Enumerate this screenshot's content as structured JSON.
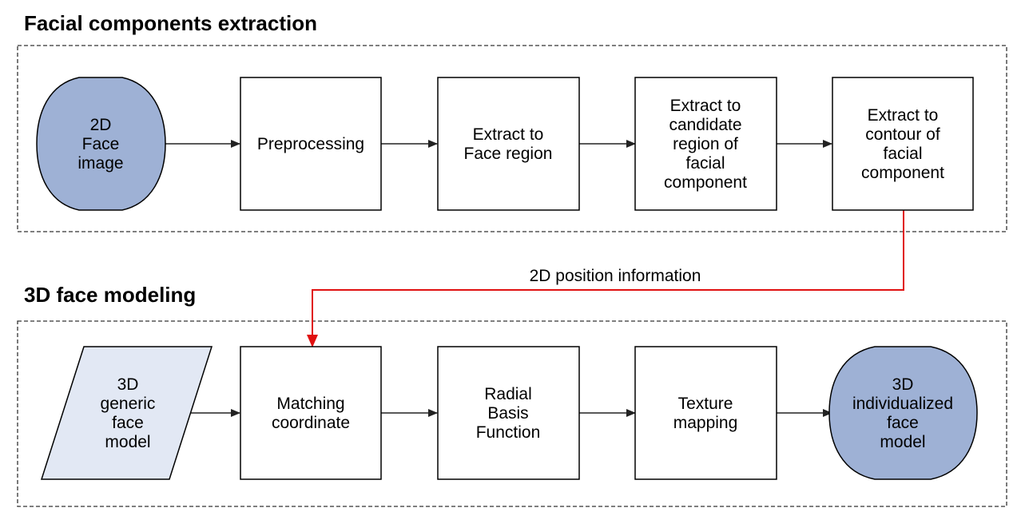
{
  "groups": [
    {
      "id": "g1",
      "title": "Facial components extraction"
    },
    {
      "id": "g2",
      "title": "3D face modeling"
    }
  ],
  "nodes": [
    {
      "id": "n_2d_face",
      "label": "2D\nFace\nimage",
      "shape": "terminal"
    },
    {
      "id": "n_pre",
      "label": "Preprocessing",
      "shape": "box"
    },
    {
      "id": "n_face_region",
      "label": "Extract to\nFace region",
      "shape": "box"
    },
    {
      "id": "n_candidate",
      "label": "Extract to\ncandidate\nregion of\nfacial\ncomponent",
      "shape": "box"
    },
    {
      "id": "n_contour",
      "label": "Extract to\ncontour of\nfacial\ncomponent",
      "shape": "box"
    },
    {
      "id": "n_generic",
      "label": "3D\ngeneric\nface\nmodel",
      "shape": "parallelogram"
    },
    {
      "id": "n_matching",
      "label": "Matching\ncoordinate",
      "shape": "box"
    },
    {
      "id": "n_rbf",
      "label": "Radial\nBasis\nFunction",
      "shape": "box"
    },
    {
      "id": "n_texture",
      "label": "Texture\nmapping",
      "shape": "box"
    },
    {
      "id": "n_individual",
      "label": "3D\nindividualized\nface\nmodel",
      "shape": "terminal"
    }
  ],
  "edges": [
    {
      "from": "n_2d_face",
      "to": "n_pre"
    },
    {
      "from": "n_pre",
      "to": "n_face_region"
    },
    {
      "from": "n_face_region",
      "to": "n_candidate"
    },
    {
      "from": "n_candidate",
      "to": "n_contour"
    },
    {
      "from": "n_contour",
      "to": "n_matching",
      "label": "2D position information",
      "color": "#e01010"
    },
    {
      "from": "n_generic",
      "to": "n_matching"
    },
    {
      "from": "n_matching",
      "to": "n_rbf"
    },
    {
      "from": "n_rbf",
      "to": "n_texture"
    },
    {
      "from": "n_texture",
      "to": "n_individual"
    }
  ],
  "colors": {
    "terminal_fill": "#9eb1d5",
    "data_fill": "#e2e8f4",
    "highlight_edge": "#e01010"
  }
}
